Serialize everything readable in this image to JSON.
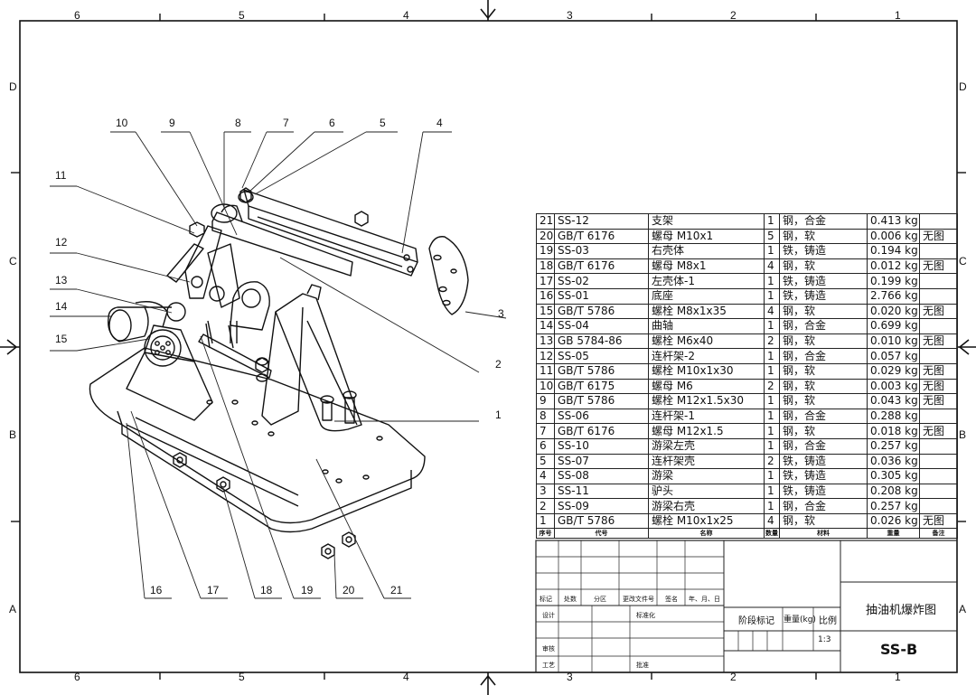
{
  "zones": {
    "columns": [
      "6",
      "5",
      "4",
      "3",
      "2",
      "1"
    ],
    "rows": [
      "D",
      "C",
      "B",
      "A"
    ]
  },
  "callouts": [
    "1",
    "2",
    "3",
    "4",
    "5",
    "6",
    "7",
    "8",
    "9",
    "10",
    "11",
    "12",
    "13",
    "14",
    "15",
    "16",
    "17",
    "18",
    "19",
    "20",
    "21"
  ],
  "bom": {
    "rows": [
      {
        "no": "21",
        "code": "SS-12",
        "name": "支架",
        "qty": "1",
        "material": "钢，合金",
        "mass": "0.413 kg",
        "note": ""
      },
      {
        "no": "20",
        "code": "GB/T 6176",
        "name": "螺母 M10x1",
        "qty": "5",
        "material": "钢，软",
        "mass": "0.006 kg",
        "note": "无图"
      },
      {
        "no": "19",
        "code": "SS-03",
        "name": "右壳体",
        "qty": "1",
        "material": "铁，铸造",
        "mass": "0.194 kg",
        "note": ""
      },
      {
        "no": "18",
        "code": "GB/T 6176",
        "name": "螺母 M8x1",
        "qty": "4",
        "material": "钢，软",
        "mass": "0.012 kg",
        "note": "无图"
      },
      {
        "no": "17",
        "code": "SS-02",
        "name": "左壳体-1",
        "qty": "1",
        "material": "铁，铸造",
        "mass": "0.199 kg",
        "note": ""
      },
      {
        "no": "16",
        "code": "SS-01",
        "name": "底座",
        "qty": "1",
        "material": "铁，铸造",
        "mass": "2.766 kg",
        "note": ""
      },
      {
        "no": "15",
        "code": "GB/T 5786",
        "name": "螺栓 M8x1x35",
        "qty": "4",
        "material": "钢，软",
        "mass": "0.020 kg",
        "note": "无图"
      },
      {
        "no": "14",
        "code": "SS-04",
        "name": "曲轴",
        "qty": "1",
        "material": "钢，合金",
        "mass": "0.699 kg",
        "note": ""
      },
      {
        "no": "13",
        "code": "GB 5784-86",
        "name": "螺栓 M6x40",
        "qty": "2",
        "material": "钢，软",
        "mass": "0.010 kg",
        "note": "无图"
      },
      {
        "no": "12",
        "code": "SS-05",
        "name": "连杆架-2",
        "qty": "1",
        "material": "钢，合金",
        "mass": "0.057 kg",
        "note": ""
      },
      {
        "no": "11",
        "code": "GB/T 5786",
        "name": "螺栓 M10x1x30",
        "qty": "1",
        "material": "钢，软",
        "mass": "0.029 kg",
        "note": "无图"
      },
      {
        "no": "10",
        "code": "GB/T 6175",
        "name": "螺母 M6",
        "qty": "2",
        "material": "钢，软",
        "mass": "0.003 kg",
        "note": "无图"
      },
      {
        "no": "9",
        "code": "GB/T 5786",
        "name": "螺栓 M12x1.5x30",
        "qty": "1",
        "material": "钢，软",
        "mass": "0.043 kg",
        "note": "无图"
      },
      {
        "no": "8",
        "code": "SS-06",
        "name": "连杆架-1",
        "qty": "1",
        "material": "钢，合金",
        "mass": "0.288 kg",
        "note": ""
      },
      {
        "no": "7",
        "code": "GB/T 6176",
        "name": "螺母 M12x1.5",
        "qty": "1",
        "material": "钢，软",
        "mass": "0.018 kg",
        "note": "无图"
      },
      {
        "no": "6",
        "code": "SS-10",
        "name": "游梁左壳",
        "qty": "1",
        "material": "钢，合金",
        "mass": "0.257 kg",
        "note": ""
      },
      {
        "no": "5",
        "code": "SS-07",
        "name": "连杆架壳",
        "qty": "2",
        "material": "铁，铸造",
        "mass": "0.036 kg",
        "note": ""
      },
      {
        "no": "4",
        "code": "SS-08",
        "name": "游梁",
        "qty": "1",
        "material": "铁，铸造",
        "mass": "0.305 kg",
        "note": ""
      },
      {
        "no": "3",
        "code": "SS-11",
        "name": "驴头",
        "qty": "1",
        "material": "铁，铸造",
        "mass": "0.208 kg",
        "note": ""
      },
      {
        "no": "2",
        "code": "SS-09",
        "name": "游梁右壳",
        "qty": "1",
        "material": "钢，合金",
        "mass": "0.257 kg",
        "note": ""
      },
      {
        "no": "1",
        "code": "GB/T 5786",
        "name": "螺栓 M10x1x25",
        "qty": "4",
        "material": "钢，软",
        "mass": "0.026 kg",
        "note": "无图"
      }
    ],
    "headers": [
      "序号",
      "代号",
      "名称",
      "数量",
      "材料",
      "重量",
      "备注"
    ]
  },
  "title_block": {
    "labels": {
      "mark": "标记",
      "count": "处数",
      "zone": "分区",
      "change_doc": "更改文件号",
      "sign": "签名",
      "date": "年、月、日",
      "design": "设计",
      "standardize": "标准化",
      "review": "审核",
      "process": "工艺",
      "approve": "批准",
      "stage_mark": "阶段标记",
      "weight": "重量(kg)",
      "scale": "比例"
    },
    "scale_value": "1:3",
    "drawing_name": "抽油机爆炸图",
    "drawing_number": "SS-B"
  }
}
